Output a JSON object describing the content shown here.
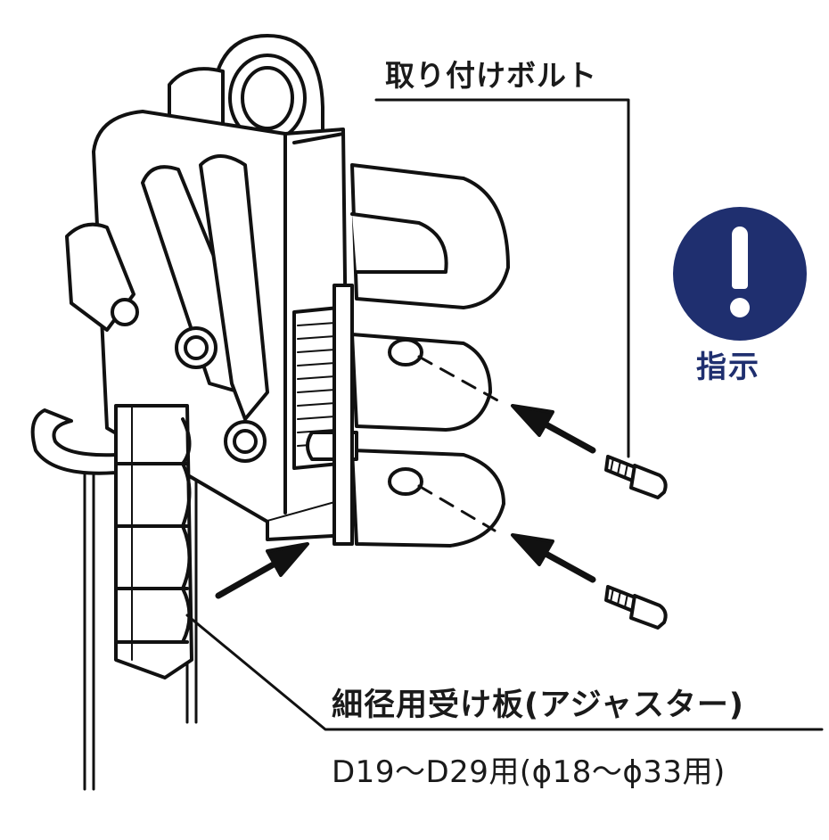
{
  "labels": {
    "mounting_bolt": "取り付けボルト",
    "adjuster_plate": "細径用受け板(アジャスター)",
    "size_range": "D19〜D29用(ϕ18〜ϕ33用)"
  },
  "notice": {
    "text": "指示",
    "icon": "exclamation-icon",
    "color": "#1f2f6f"
  }
}
